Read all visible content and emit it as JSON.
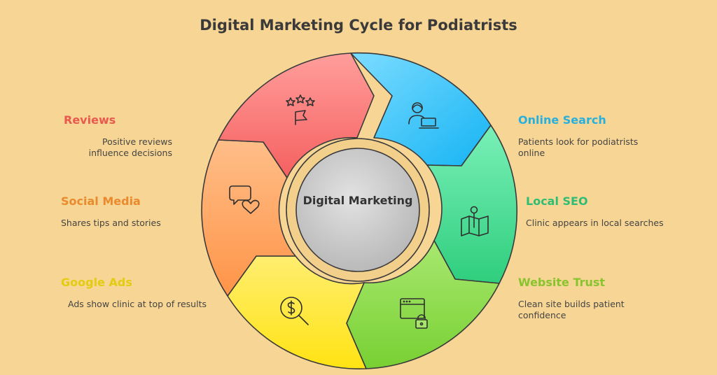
{
  "title": "Digital Marketing Cycle for Podiatrists",
  "center": "Digital Marketing",
  "stages": {
    "reviews": {
      "title": "Reviews",
      "desc": "Positive reviews influence decisions",
      "color": "#e85a4f",
      "icon": "stars-flag-icon"
    },
    "social_media": {
      "title": "Social Media",
      "desc": "Shares tips and stories",
      "color": "#ea8a2c",
      "icon": "chat-heart-icon"
    },
    "google_ads": {
      "title": "Google Ads",
      "desc": "Ads show clinic at top of results",
      "color": "#e3cc10",
      "icon": "dollar-search-icon"
    },
    "online_search": {
      "title": "Online Search",
      "desc": "Patients look for podiatrists online",
      "color": "#27b0dd",
      "icon": "user-laptop-icon"
    },
    "local_seo": {
      "title": "Local SEO",
      "desc": "Clinic appears in local searches",
      "color": "#2ebd74",
      "icon": "map-pin-icon"
    },
    "website_trust": {
      "title": "Website Trust",
      "desc": "Clean site builds patient confidence",
      "color": "#88c42e",
      "icon": "browser-lock-icon"
    }
  }
}
